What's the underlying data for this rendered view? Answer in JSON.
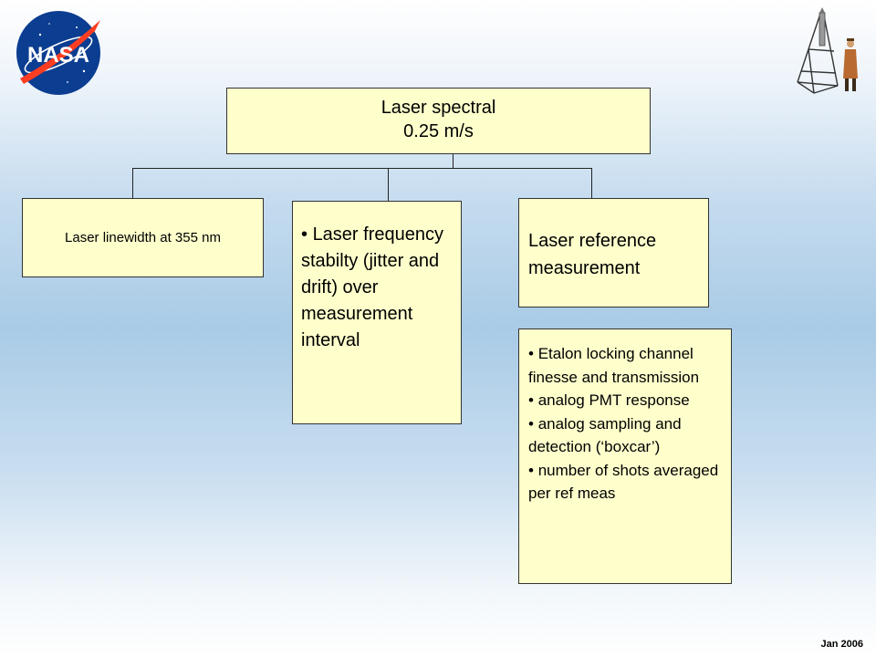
{
  "root": {
    "line1": "Laser spectral",
    "line2": "0.25 m/s"
  },
  "left_box": {
    "label": "Laser linewidth at 355 nm"
  },
  "middle_box": {
    "items": [
      "Laser frequency stabilty (jitter and drift) over measurement interval"
    ]
  },
  "right_box": {
    "label": "Laser reference measurement"
  },
  "detail_box": {
    "items": [
      "Etalon locking channel finesse and transmission",
      "analog PMT response",
      "analog sampling and detection (‘boxcar’)",
      "number of shots averaged per ref meas"
    ]
  },
  "footer": {
    "date": "Jan 2006"
  },
  "colors": {
    "box_fill": "#ffffcc",
    "nasa_blue": "#0b3d91",
    "nasa_red": "#fc3d21"
  },
  "icons": {
    "top_left": "nasa-logo-icon",
    "top_right": "rocket-with-man-icon"
  }
}
